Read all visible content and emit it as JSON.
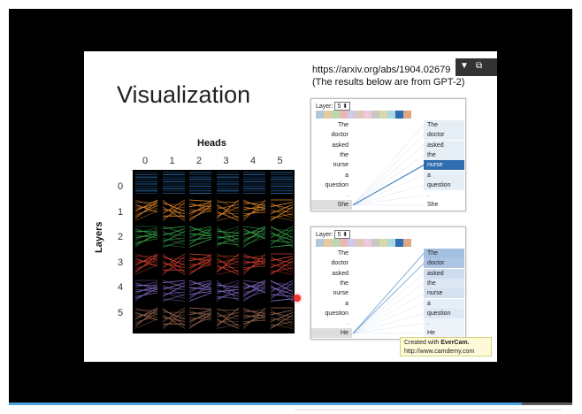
{
  "slide": {
    "title": "Visualization",
    "url_line1": "https://arxiv.org/abs/1904.02679",
    "url_line2": "(The results below are from GPT-2)",
    "heads_label": "Heads",
    "layers_label": "Layers",
    "head_numbers": [
      "0",
      "1",
      "2",
      "3",
      "4",
      "5"
    ],
    "layer_numbers": [
      "0",
      "1",
      "2",
      "3",
      "4",
      "5"
    ],
    "layer_colors": [
      "#2f7ac4",
      "#e68a2e",
      "#3aa84a",
      "#d8402f",
      "#8a6fd1",
      "#9a6a4f"
    ]
  },
  "panel1": {
    "layer_label": "Layer:",
    "layer_value": "5 ⬍",
    "tokens_left": [
      "The",
      "doctor",
      "asked",
      "the",
      "nurse",
      "a",
      "question",
      ".",
      "She"
    ],
    "tokens_right": [
      "The",
      "doctor",
      "asked",
      "the",
      "nurse",
      "a",
      "question",
      ".",
      "She"
    ],
    "query_index": 8,
    "target_highlight_index": 4,
    "swatches": [
      "#b0c8d8",
      "#e8c8a0",
      "#bcd8b0",
      "#e8b8b0",
      "#d0c8e8",
      "#e0c8b8",
      "#f0c8d8",
      "#c8c8c8",
      "#d8d8a8",
      "#a8d8e0",
      "#2f6db0",
      "#e0a880"
    ]
  },
  "panel2": {
    "layer_label": "Layer:",
    "layer_value": "5 ⬍",
    "tokens_left": [
      "The",
      "doctor",
      "asked",
      "the",
      "nurse",
      "a",
      "question",
      ".",
      "He"
    ],
    "tokens_right": [
      "The",
      "doctor",
      "asked",
      "the",
      "nurse",
      "a",
      "question",
      ".",
      "He"
    ],
    "query_index": 8,
    "swatches": [
      "#b0c8d8",
      "#e8c8a0",
      "#bcd8b0",
      "#e8b8b0",
      "#d0c8e8",
      "#e0c8b8",
      "#f0c8d8",
      "#c8c8c8",
      "#d8d8a8",
      "#a8d8e0",
      "#2f6db0",
      "#e0a880"
    ]
  },
  "watermark": {
    "line1_prefix": "Created with ",
    "line1_brand": "EverCam.",
    "line2": "http://www.camdemy.com"
  },
  "player": {
    "dropdown_icon": "▼",
    "popout_icon": "⧉",
    "progress_percent": 91
  }
}
